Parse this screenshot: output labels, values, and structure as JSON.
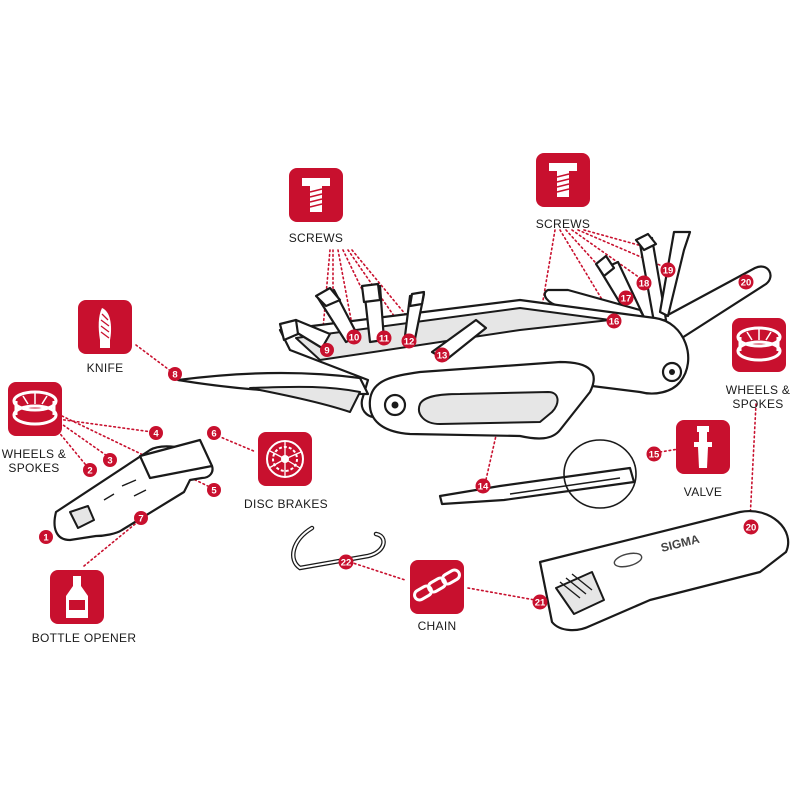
{
  "colors": {
    "accent": "#c8102e",
    "line": "#1a1a1a",
    "background": "#ffffff"
  },
  "icons": [
    "screw-icon",
    "screw-icon",
    "knife-icon",
    "wheel-spokes-icon",
    "wheel-spokes-icon",
    "disc-brake-icon",
    "valve-icon",
    "bottle-icon",
    "chain-icon"
  ],
  "labels": {
    "screws_left": "SCREWS",
    "screws_right": "SCREWS",
    "knife": "KNIFE",
    "wheels_left_1": "WHEELS &",
    "wheels_left_2": "SPOKES",
    "wheels_right_1": "WHEELS &",
    "wheels_right_2": "SPOKES",
    "disc_brakes": "DISC BRAKES",
    "valve": "VALVE",
    "bottle_opener": "BOTTLE OPENER",
    "chain": "CHAIN",
    "brand": "SIGMA"
  },
  "callouts": [
    "1",
    "2",
    "3",
    "4",
    "5",
    "6",
    "7",
    "8",
    "9",
    "10",
    "11",
    "12",
    "13",
    "14",
    "15",
    "16",
    "17",
    "18",
    "19",
    "20",
    "20",
    "21",
    "22"
  ]
}
